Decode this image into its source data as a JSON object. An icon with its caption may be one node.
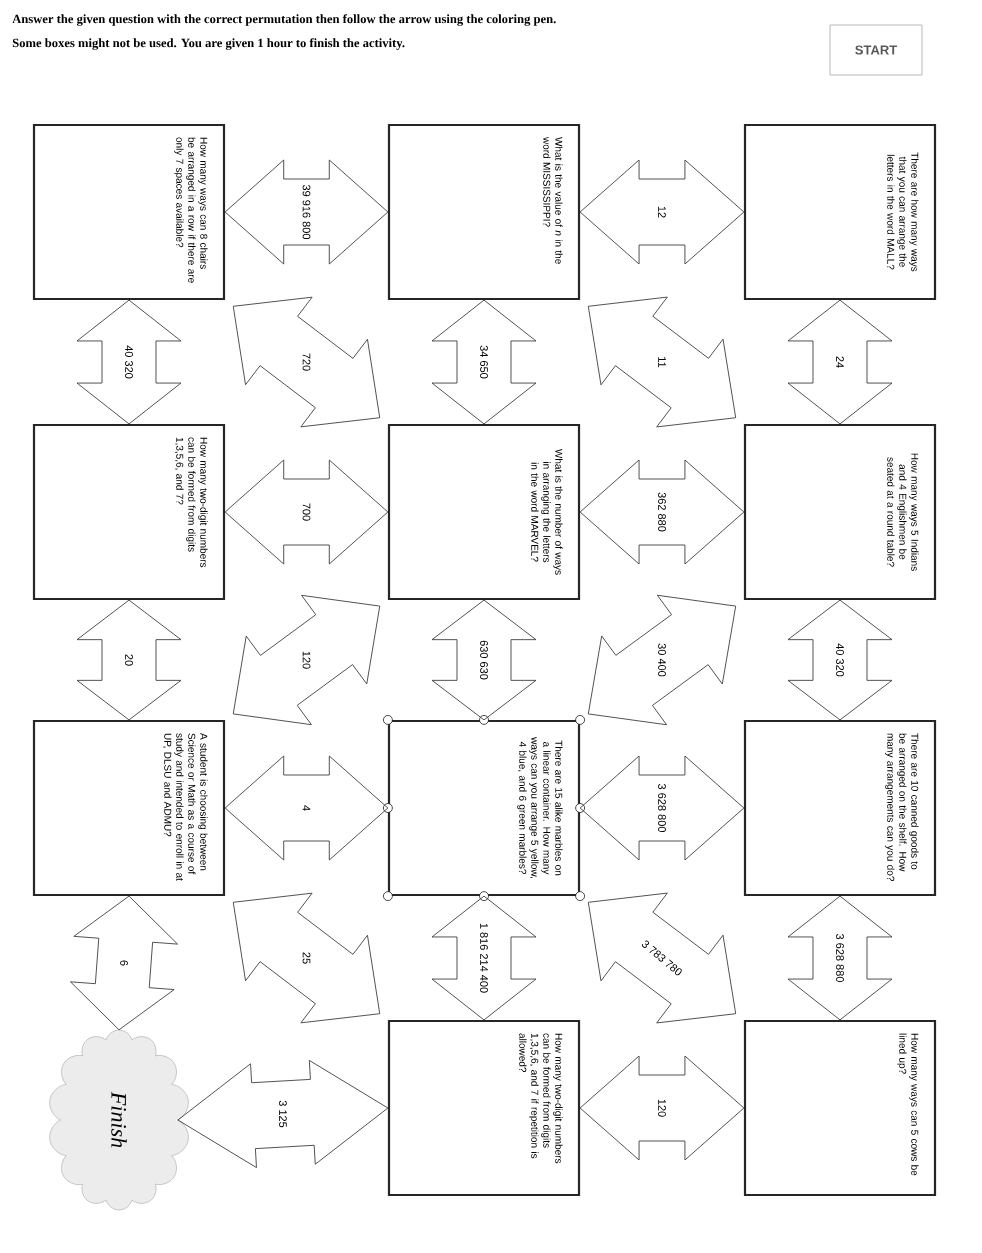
{
  "diagram": {
    "nodes": [
      {
        "text": [
          "START"
        ]
      },
      {
        "text": [
          "How many ways can 8 chairs be arranged in a row if there are only 7 spaces available?"
        ]
      },
      {
        "text": [
          "What is the value of *n* in the word MISSISSIPPI?"
        ]
      },
      {
        "text": [
          "There are how many ways that you can arrange the letters in the word MALL?"
        ]
      },
      {
        "text": [
          "How many two-digit numbers can be formed from digits 1,3,5,6, and 7?"
        ]
      },
      {
        "text": [
          "What is the number of ways in arranging the letters in the word MARVEL?"
        ]
      },
      {
        "text": [
          "How many ways 5 Indians and 4 Englishmen be seated at a round table?"
        ]
      },
      {
        "text": [
          "A student is choosing between Science or Math as a course of study and intended to enroll in at UP, DLSU and ADMU?"
        ]
      },
      {
        "text": [
          "There are 15 alike marbles on a linear container. How many ways can you arrange 5 yellow, 4 blue, and 6 green marbles?"
        ]
      },
      {
        "text": [
          "There are 10 canned goods to be arranged on the shelf. How many arrangements can you do?"
        ]
      },
      {
        "text": [
          "Finish"
        ]
      },
      {
        "text": [
          "How many two-digit numbers can be formed from digits 1,3,5,6, and 7 if repetition is allowed?"
        ]
      },
      {
        "text": [
          "How many ways can 5 cows be lined up?"
        ]
      }
    ],
    "edges": [
      {
        "from": 1,
        "to": 2,
        "arrow": "both",
        "label": "39 916 800"
      },
      {
        "from": 2,
        "to": 3,
        "arrow": "both",
        "label": "12"
      },
      {
        "from": 1,
        "to": 4,
        "arrow": "both",
        "label": "40 320"
      },
      {
        "from": 1,
        "to": 5,
        "arrow": "both",
        "label": "720"
      },
      {
        "from": 2,
        "to": 5,
        "arrow": "both",
        "label": "34 650"
      },
      {
        "from": 2,
        "to": 6,
        "arrow": "both",
        "label": "11"
      },
      {
        "from": 3,
        "to": 6,
        "arrow": "both",
        "label": "24"
      },
      {
        "from": 4,
        "to": 5,
        "arrow": "both",
        "label": "700"
      },
      {
        "from": 5,
        "to": 6,
        "arrow": "both",
        "label": "362 880"
      },
      {
        "from": 4,
        "to": 7,
        "arrow": "both",
        "label": "20"
      },
      {
        "from": 5,
        "to": 7,
        "arrow": "both",
        "label": "120"
      },
      {
        "from": 5,
        "to": 8,
        "arrow": "both",
        "label": "630 630"
      },
      {
        "from": 6,
        "to": 8,
        "arrow": "both",
        "label": "30 400"
      },
      {
        "from": 6,
        "to": 9,
        "arrow": "both",
        "label": "40 320"
      },
      {
        "from": 7,
        "to": 8,
        "arrow": "both",
        "label": "4"
      },
      {
        "from": 8,
        "to": 9,
        "arrow": "both",
        "label": "3 628 800"
      },
      {
        "from": 7,
        "to": 10,
        "arrow": "both",
        "label": "6"
      },
      {
        "from": 7,
        "to": 11,
        "arrow": "both",
        "label": "25"
      },
      {
        "from": 8,
        "to": 11,
        "arrow": "both",
        "label": "1 816 214 400"
      },
      {
        "from": 8,
        "to": 12,
        "arrow": "both",
        "label": "3 783 780"
      },
      {
        "from": 9,
        "to": 12,
        "arrow": "both",
        "label": "3 628 880"
      },
      {
        "from": 10,
        "to": 11,
        "arrow": "both",
        "label": "3 125"
      },
      {
        "from": 11,
        "to": 12,
        "arrow": "both",
        "label": "120"
      }
    ],
    "labels": [
      "Answer the given question with the correct permutation then follow the arrow using the coloring pen.",
      "Some boxes might not be used.  You are given 1 hour to finish the activity."
    ]
  }
}
